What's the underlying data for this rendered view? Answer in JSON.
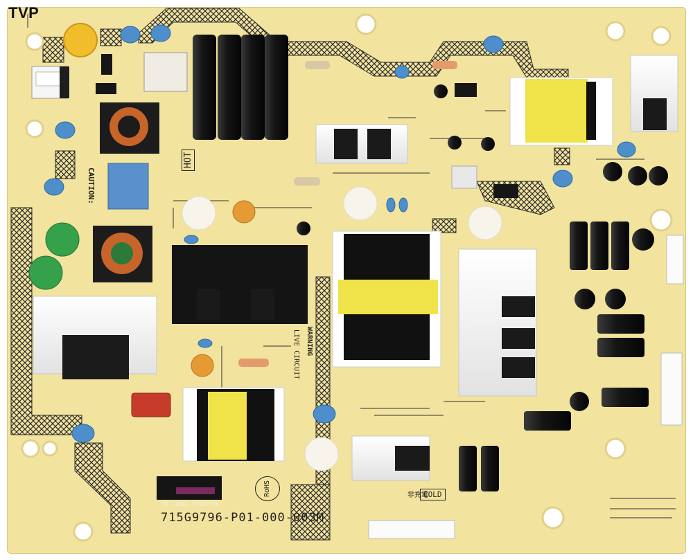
{
  "brand": "TVP",
  "board": {
    "part_number": "715G9796-P01-000-003M",
    "hot_label": "HOT",
    "cold_label": "COLD",
    "rohs_label": "RoHS",
    "label_position": "MI LABEL POSITION",
    "caution_label": "CAUTION:",
    "warning_label": "WARNING",
    "live_circuit_label": "LIVE CIRCUIT",
    "cold_side_cn": "非充電"
  },
  "colors": {
    "pcb": "#f2e39e",
    "trace_hatch": "#2b2b2b",
    "cap_black": "#1b1b1b",
    "heatsink": "#f4f4f4",
    "transformer_yellow": "#f3ea48",
    "cap_blue": "#3f86c7",
    "varistor_green": "#2e9a3e"
  }
}
